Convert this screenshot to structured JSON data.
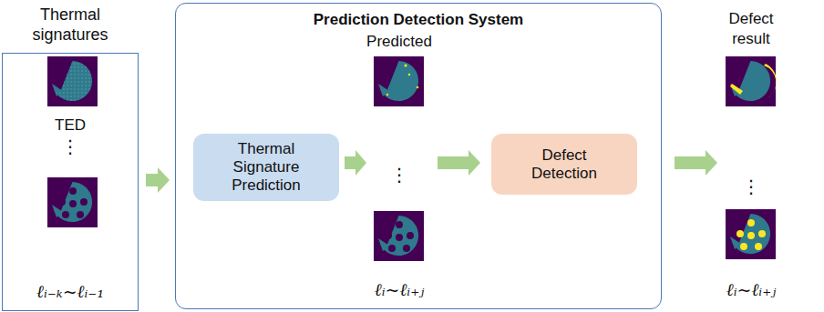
{
  "diagram": {
    "nodes": [
      {
        "text": [
          "Thermal signatures",
          "TED",
          "⋮",
          "ℓᵢ₋ₖ~ℓᵢ₋₁"
        ]
      },
      {
        "text": [
          "Prediction Detection System"
        ]
      },
      {
        "text": [
          "Thermal Signature Prediction"
        ],
        "in": 1
      },
      {
        "text": [
          "Defect Detection"
        ],
        "in": 1
      }
    ],
    "edges": [
      {
        "from": 0,
        "to": 1,
        "arrow": "to"
      }
    ],
    "labels": [
      "Predicted",
      "⋮",
      "ℓᵢ~ℓᵢ₊ⱼ",
      "Defect result",
      "⋮",
      "ℓᵢ~ℓᵢ₊ⱼ"
    ]
  }
}
